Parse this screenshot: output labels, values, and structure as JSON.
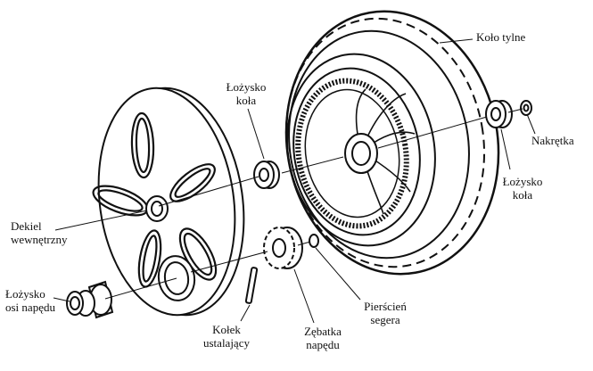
{
  "labels": {
    "rear_wheel": "Koło tylne",
    "wheel_bearing_top_1": "Łożysko",
    "wheel_bearing_top_2": "koła",
    "nut": "Nakrętka",
    "wheel_bearing_right_1": "Łożysko",
    "wheel_bearing_right_2": "koła",
    "inner_cover_1": "Dekiel",
    "inner_cover_2": "wewnętrzny",
    "axle_bearing_1": "Łożysko",
    "axle_bearing_2": "osi napędu",
    "locating_pin_1": "Kołek",
    "locating_pin_2": "ustalający",
    "drive_gear_1": "Zębatka",
    "drive_gear_2": "napędu",
    "circlip_1": "Pierścień",
    "circlip_2": "segera"
  }
}
